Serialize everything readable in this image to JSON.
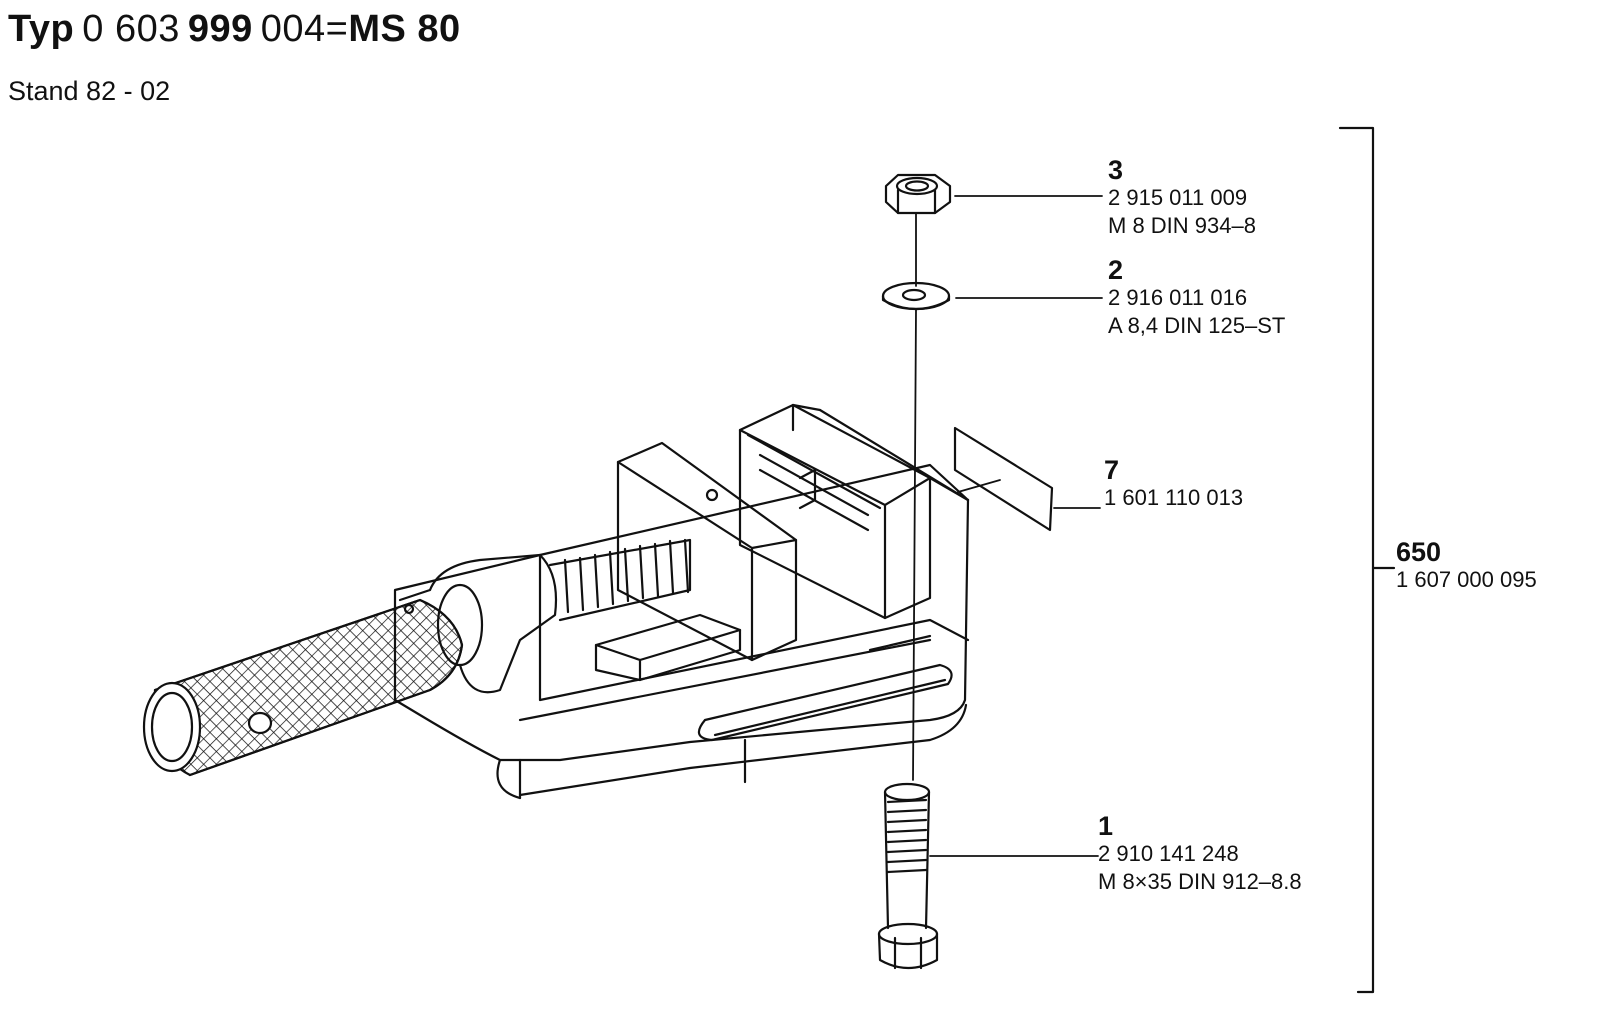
{
  "header": {
    "typ_label": "Typ",
    "number_part1": "0 603",
    "number_part2": "999",
    "number_part3": "004",
    "equals": "=",
    "model": "MS 80",
    "stand": "Stand  82 - 02"
  },
  "parts": [
    {
      "num": "3",
      "part_no": "2 915 011 009",
      "spec": "M 8  DIN 934–8"
    },
    {
      "num": "2",
      "part_no": "2 916 011 016",
      "spec": "A 8,4  DIN 125–ST"
    },
    {
      "num": "7",
      "part_no": "1 601 110 013",
      "spec": ""
    },
    {
      "num": "1",
      "part_no": "2 910 141 248",
      "spec": "M 8×35  DIN 912–8.8"
    }
  ],
  "assembly": {
    "num": "650",
    "part_no": "1 607 000 095"
  }
}
